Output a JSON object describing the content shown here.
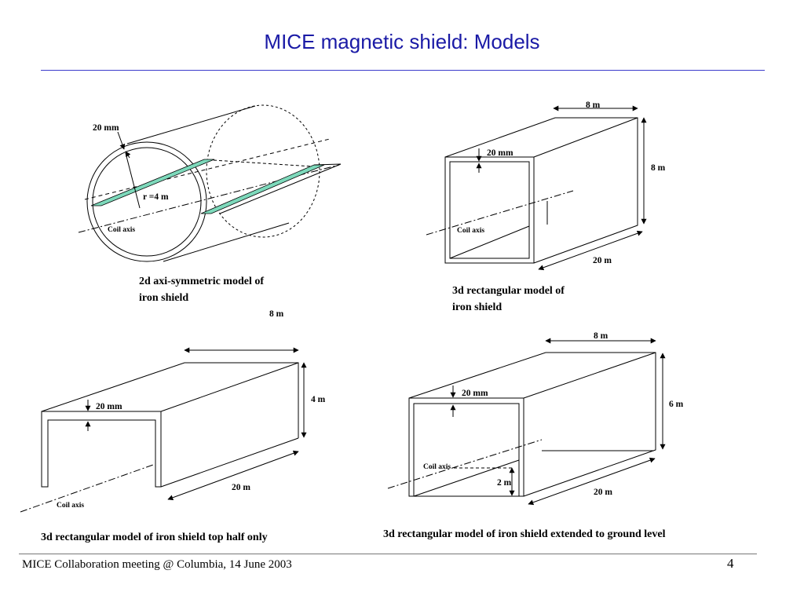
{
  "slide": {
    "title": "MICE magnetic shield: Models",
    "footer": "MICE Collaboration meeting @ Columbia, 14 June 2003",
    "page_number": "4"
  },
  "model_2d": {
    "thickness_label": "20 mm",
    "radius_label": "r =4 m",
    "axis_label": "Coil axis",
    "caption_line1": "2d axi-symmetric model of",
    "caption_line2": "iron shield",
    "stray_label": "8 m",
    "strip_color": "#7dd9bb"
  },
  "model_3d_full": {
    "width_label": "8 m",
    "height_label": "8 m",
    "thickness_label": "20 mm",
    "axis_label": "Coil axis",
    "length_label": "20 m",
    "caption_line1": "3d rectangular model of",
    "caption_line2": "iron shield"
  },
  "model_top_half": {
    "thickness_label": "20 mm",
    "height_label": "4 m",
    "length_label": "20 m",
    "axis_label": "Coil axis",
    "caption": "3d rectangular model of iron shield top half only"
  },
  "model_ground": {
    "width_label": "8 m",
    "thickness_label": "20 mm",
    "height_label": "6 m",
    "axis_label": "Coil axis",
    "axis_height_label": "2 m",
    "length_label": "20 m",
    "caption": "3d rectangular model of iron shield extended to ground level"
  }
}
